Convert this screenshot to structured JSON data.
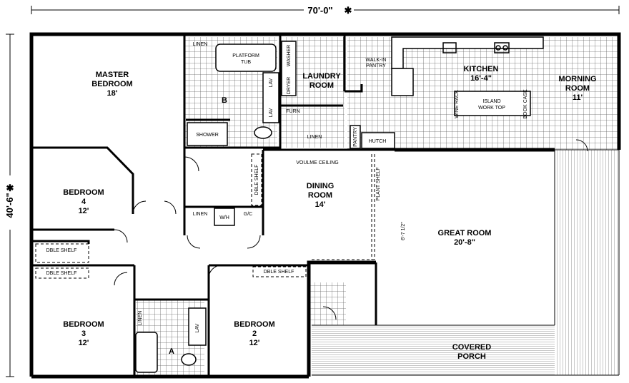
{
  "plan": {
    "overall_width": "70'-0\"",
    "overall_depth": "40'-6\"",
    "asterisk": "✱",
    "rooms": {
      "master_bedroom": {
        "name_1": "MASTER",
        "name_2": "BEDROOM",
        "size": "18'"
      },
      "bedroom_4": {
        "name": "BEDROOM",
        "num": "4",
        "size": "12'"
      },
      "bedroom_3": {
        "name": "BEDROOM",
        "num": "3",
        "size": "12'"
      },
      "bedroom_2": {
        "name": "BEDROOM",
        "num": "2",
        "size": "12'"
      },
      "laundry": {
        "name_1": "LAUNDRY",
        "name_2": "ROOM"
      },
      "kitchen": {
        "name": "KITCHEN",
        "size": "16'-4\""
      },
      "morning_room": {
        "name_1": "MORNING",
        "name_2": "ROOM",
        "size": "11'"
      },
      "dining_room": {
        "name_1": "DINING",
        "name_2": "ROOM",
        "size": "14'"
      },
      "great_room": {
        "name": "GREAT ROOM",
        "size": "20'-8\""
      },
      "covered_porch": {
        "name_1": "COVERED",
        "name_2": "PORCH"
      },
      "bath_b": "B",
      "bath_a": "A"
    },
    "fixtures": {
      "platform_tub_1": "PLATFORM",
      "platform_tub_2": "TUB",
      "linen": "LINEN",
      "shower": "SHOWER",
      "lav": "LAV",
      "washer": "WASHER",
      "dryer": "DRYER",
      "walk_in_pantry_1": "WALK-IN",
      "walk_in_pantry_2": "PANTRY",
      "island_1": "ISLAND",
      "island_2": "WORK TOP",
      "wine_rack": "WINE RACK",
      "book_case": "BOOK CASE",
      "pantry": "PANTRY",
      "hutch": "HUTCH",
      "furnace": "FURN",
      "volume_ceiling": "VOULME CEILING",
      "dble_shelf": "DBLE SHELF",
      "plant_shelf": "PLANT SHELF",
      "wh": "W/H",
      "gc": "G/C",
      "dim_6_7": "6'-7 1/2\""
    }
  }
}
